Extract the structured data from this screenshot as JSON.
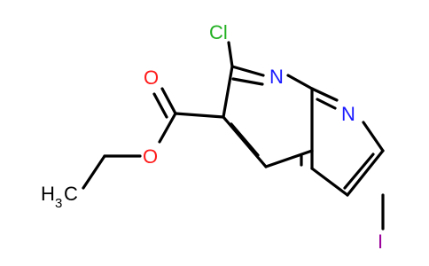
{
  "colors": {
    "bond": "#000000",
    "chlorine": "#22b022",
    "nitrogen": "#1a1aff",
    "oxygen": "#ff1a1a",
    "iodine": "#9b009b",
    "carbon": "#000000"
  },
  "atoms": {
    "cl": "Cl",
    "n1": "N",
    "n2": "N",
    "o_carbonyl": "O",
    "o_ester": "O",
    "iodine": "I",
    "methyl_h": "H",
    "methyl_sub": "3",
    "methyl_c": "C"
  }
}
